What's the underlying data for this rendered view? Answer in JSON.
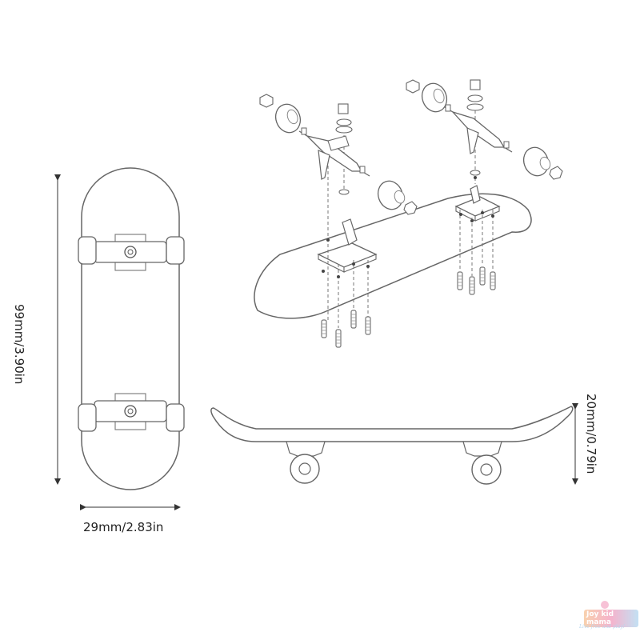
{
  "dimensions": {
    "width_label": "29mm/2.83in",
    "length_label": "99mm/3.90in",
    "height_label": "20mm/0.79in"
  },
  "watermark": {
    "brand": "Joy kid mama",
    "slogan": "Live free and play!"
  },
  "colors": {
    "line": "#555555",
    "light_line": "#8a8a8a",
    "arrow": "#333333",
    "screw": "#777777"
  }
}
